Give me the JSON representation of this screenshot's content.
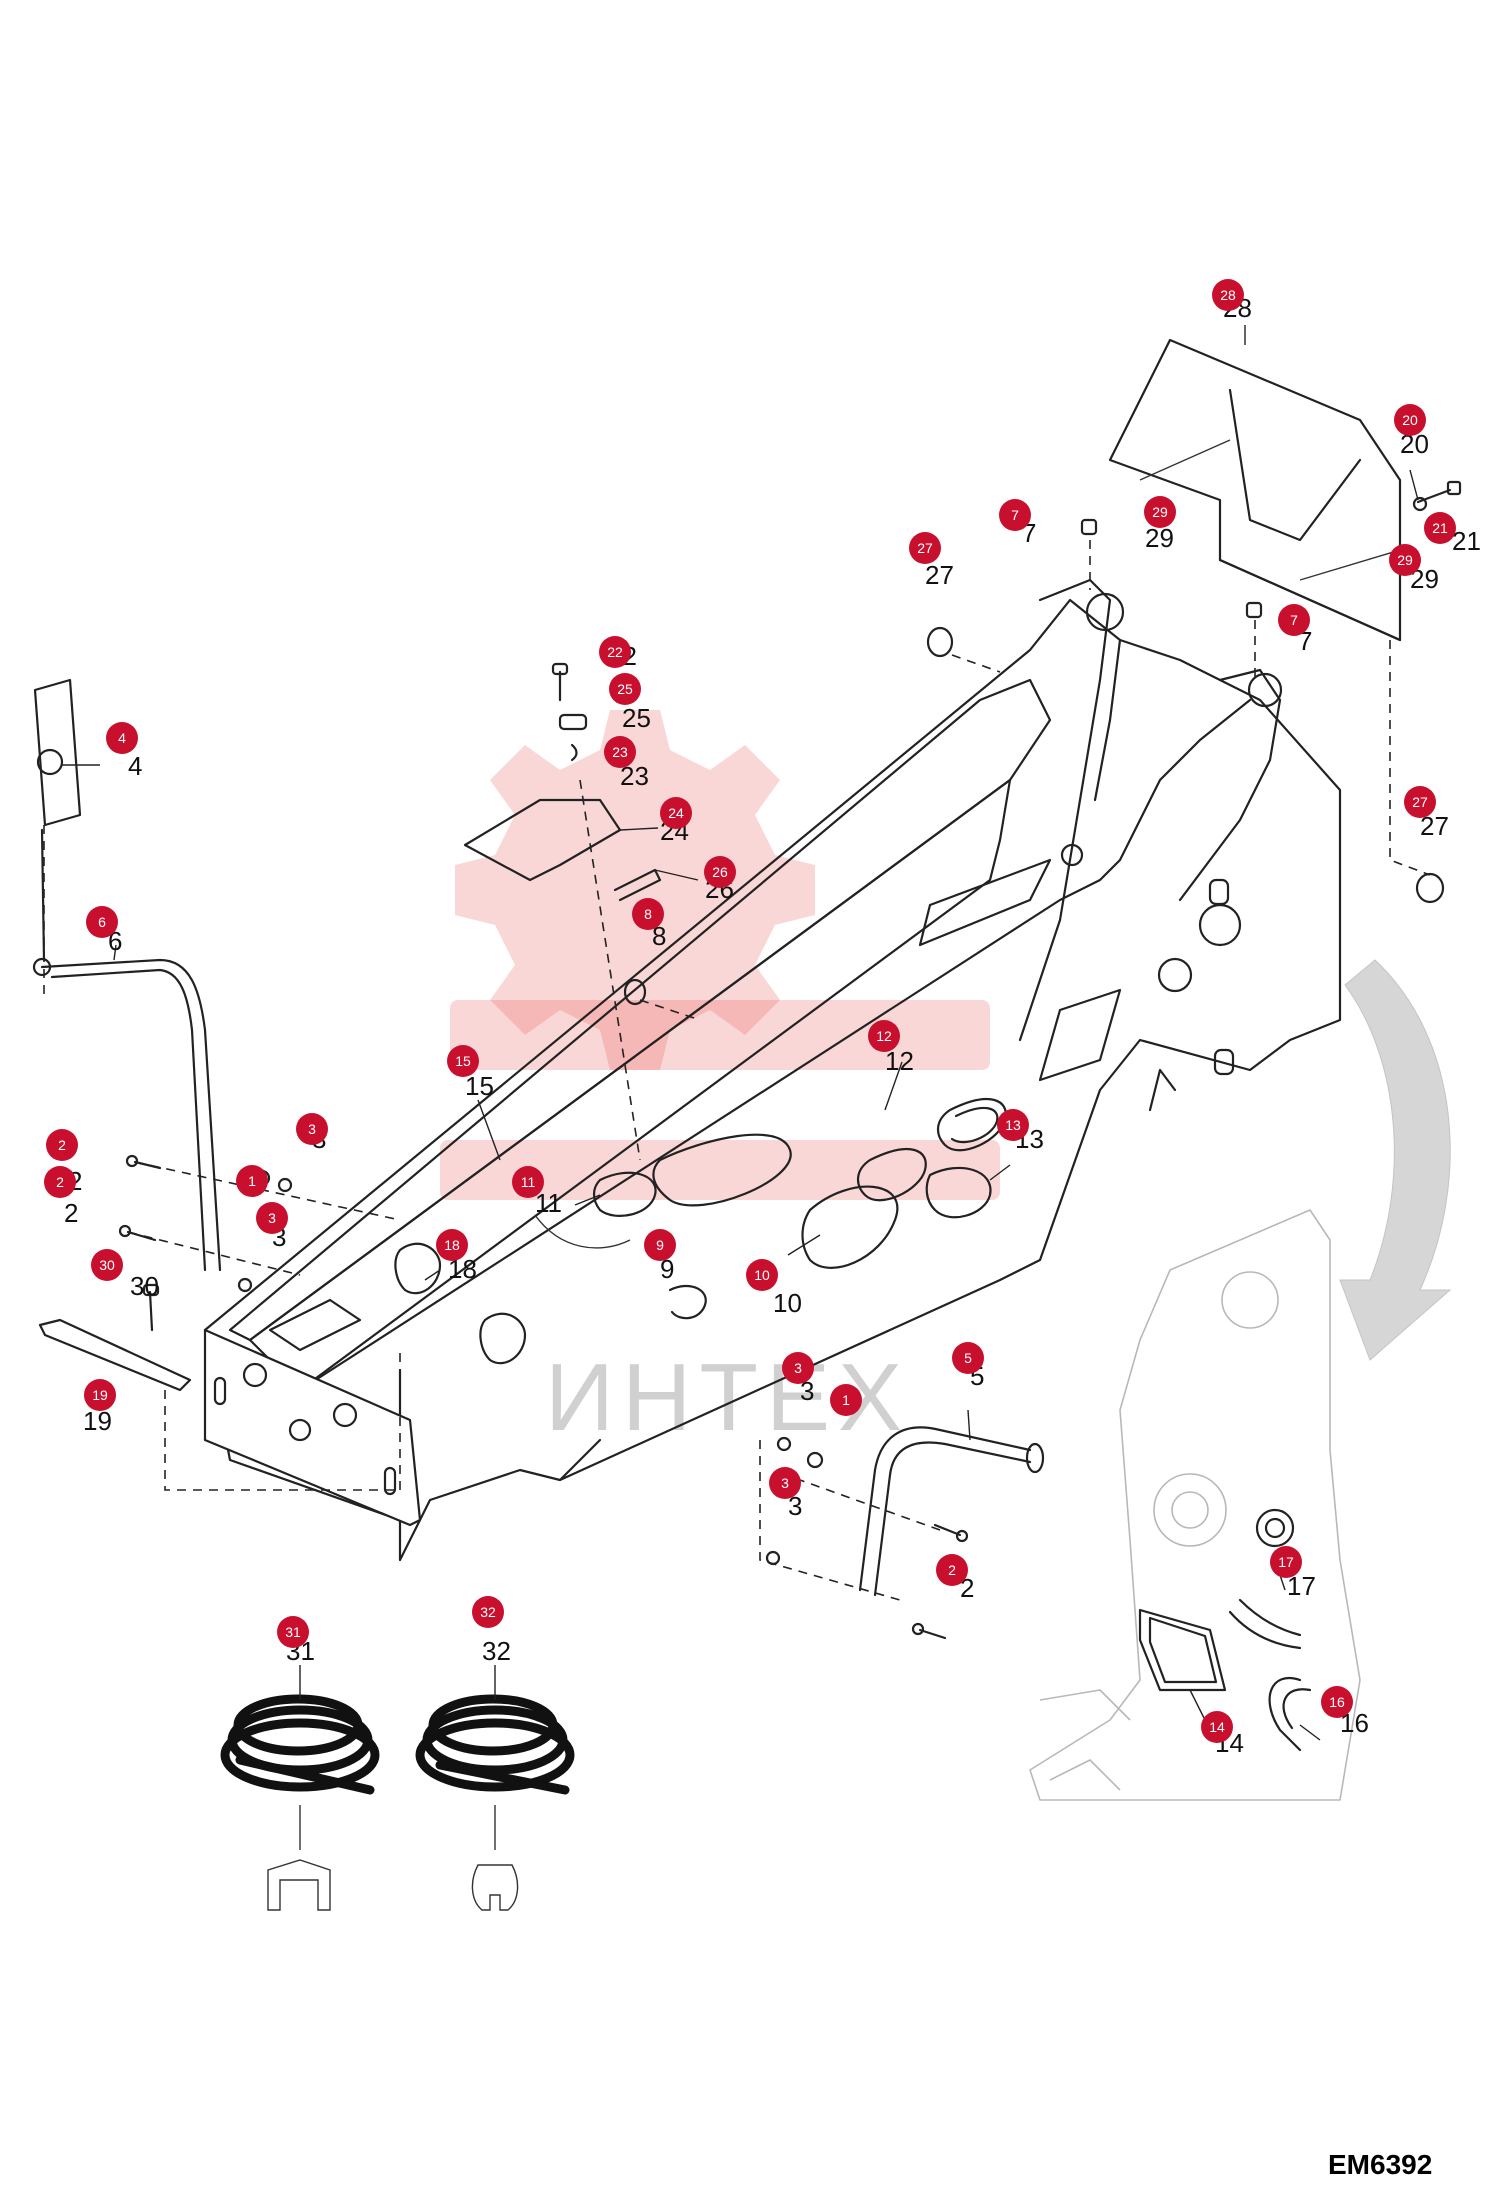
{
  "watermark": "ИНТЕХ",
  "drawing_code": "EM6392",
  "callouts": [
    {
      "id": "c28a",
      "n": "28"
    },
    {
      "id": "c20",
      "n": "20"
    },
    {
      "id": "c29a",
      "n": "29"
    },
    {
      "id": "c21",
      "n": "21"
    },
    {
      "id": "c29b",
      "n": "29"
    },
    {
      "id": "c7a",
      "n": "7"
    },
    {
      "id": "c7b",
      "n": "7"
    },
    {
      "id": "c27a",
      "n": "27"
    },
    {
      "id": "c27b",
      "n": "27"
    },
    {
      "id": "c22",
      "n": "22"
    },
    {
      "id": "c25",
      "n": "25"
    },
    {
      "id": "c23",
      "n": "23"
    },
    {
      "id": "c24",
      "n": "24"
    },
    {
      "id": "c26",
      "n": "26"
    },
    {
      "id": "c8",
      "n": "8"
    },
    {
      "id": "c4",
      "n": "4"
    },
    {
      "id": "c6",
      "n": "6"
    },
    {
      "id": "c12",
      "n": "12"
    },
    {
      "id": "c13",
      "n": "13"
    },
    {
      "id": "c15",
      "n": "15"
    },
    {
      "id": "c2a",
      "n": "2"
    },
    {
      "id": "c1a",
      "n": "1"
    },
    {
      "id": "c3a",
      "n": "3"
    },
    {
      "id": "c2b",
      "n": "2"
    },
    {
      "id": "c3b",
      "n": "3"
    },
    {
      "id": "c11",
      "n": "11"
    },
    {
      "id": "c18",
      "n": "18"
    },
    {
      "id": "c9",
      "n": "9"
    },
    {
      "id": "c10",
      "n": "10"
    },
    {
      "id": "c30",
      "n": "30"
    },
    {
      "id": "c19",
      "n": "19"
    },
    {
      "id": "c3c",
      "n": "3"
    },
    {
      "id": "c5",
      "n": "5"
    },
    {
      "id": "c1b",
      "n": "1"
    },
    {
      "id": "c3d",
      "n": "3"
    },
    {
      "id": "c2c",
      "n": "2"
    },
    {
      "id": "c17",
      "n": "17"
    },
    {
      "id": "c14",
      "n": "14"
    },
    {
      "id": "c16",
      "n": "16"
    },
    {
      "id": "c31",
      "n": "31"
    },
    {
      "id": "c32",
      "n": "32"
    }
  ]
}
